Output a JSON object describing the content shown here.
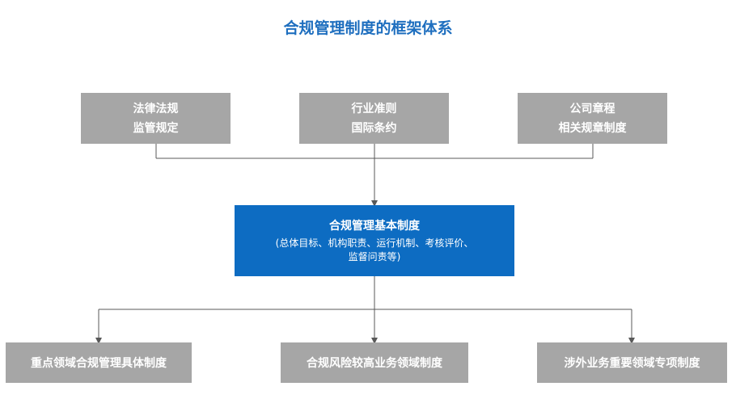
{
  "title": "合规管理制度的框架体系",
  "colors": {
    "title": "#1F6FBF",
    "center_box": "#0D6CC2",
    "gray_box": "#A6A6A6",
    "line": "#595959"
  },
  "top_boxes": [
    {
      "line1": "法律法规",
      "line2": "监管规定"
    },
    {
      "line1": "行业准则",
      "line2": "国际条约"
    },
    {
      "line1": "公司章程",
      "line2": "相关规章制度"
    }
  ],
  "center_box": {
    "title": "合规管理基本制度",
    "sub_line1": "(总体目标、机构职责、运行机制、考核评价、",
    "sub_line2": "监督问责等)"
  },
  "bottom_boxes": [
    {
      "label": "重点领域合规管理具体制度"
    },
    {
      "label": "合规风险较高业务领域制度"
    },
    {
      "label": "涉外业务重要领域专项制度"
    }
  ]
}
